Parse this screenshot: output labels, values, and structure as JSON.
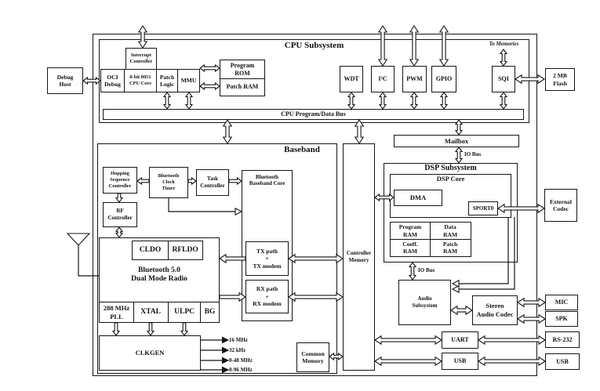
{
  "diagram": {
    "external": {
      "debug_host": "Debug\nHost",
      "flash": "2 MB\nFlash",
      "to_memories": "To Memories",
      "external_codec": "External\nCodec",
      "mic": "MIC",
      "spk": "SPK",
      "rs232": "RS-232",
      "usb": "USB"
    },
    "cpu": {
      "title": "CPU Subsystem",
      "interrupt_controller": "Interrupt\nController",
      "oci_debug": "OCI\nDebug",
      "cpu_core": "8-bit 8051\nCPU Core",
      "patch_logic": "Patch\nLogic",
      "mmu": "MMU",
      "program_rom": "Program\nROM",
      "patch_ram": "Patch RAM",
      "wdt": "WDT",
      "i2c": "I²C",
      "pwm": "PWM",
      "gpio": "GPIO",
      "sqi": "SQI",
      "bus": "CPU Program/Data Bus"
    },
    "baseband": {
      "title": "Baseband",
      "hopping": "Hopping\nSequence\nController",
      "clock_timer": "Bluetooth\nClock\nTimer",
      "task": "Task\nController",
      "core": "Bluetooth\nBaseband Core",
      "tx": "TX path\n+\nTX modem",
      "rx": "RX path\n+\nRX modem",
      "rf": "RF\nController",
      "cldo": "CLDO",
      "rfldo": "RFLDO",
      "radio_title": "Bluetooth 5.0\nDual Mode Radio",
      "pll": "288 MHz\nPLL",
      "xtal": "XTAL",
      "ulpc": "ULPC",
      "bg": "BG",
      "clkgen": "CLKGEN",
      "clocks": [
        "16 MHz",
        "32 kHz",
        "0-48 MHz",
        "0-96 MHz"
      ]
    },
    "mid": {
      "controller_memory": "Controller\nMemory",
      "mailbox": "Mailbox",
      "io_bus_top": "IO Bus",
      "io_bus_bottom": "IO Bus",
      "common_memory": "Common\nMemory"
    },
    "dsp": {
      "title": "DSP Subsystem",
      "core_title": "DSP Core",
      "dma": "DMA",
      "sport0": "SPORT0",
      "program_ram": "Program\nRAM",
      "data_ram": "Data\nRAM",
      "coeff_ram": "Coeff.\nRAM",
      "patch_ram": "Patch\nRAM",
      "audio": "Audio\nSubsystem",
      "stereo": "Stereo\nAudio Codec",
      "uart": "UART",
      "usb": "USB"
    }
  }
}
